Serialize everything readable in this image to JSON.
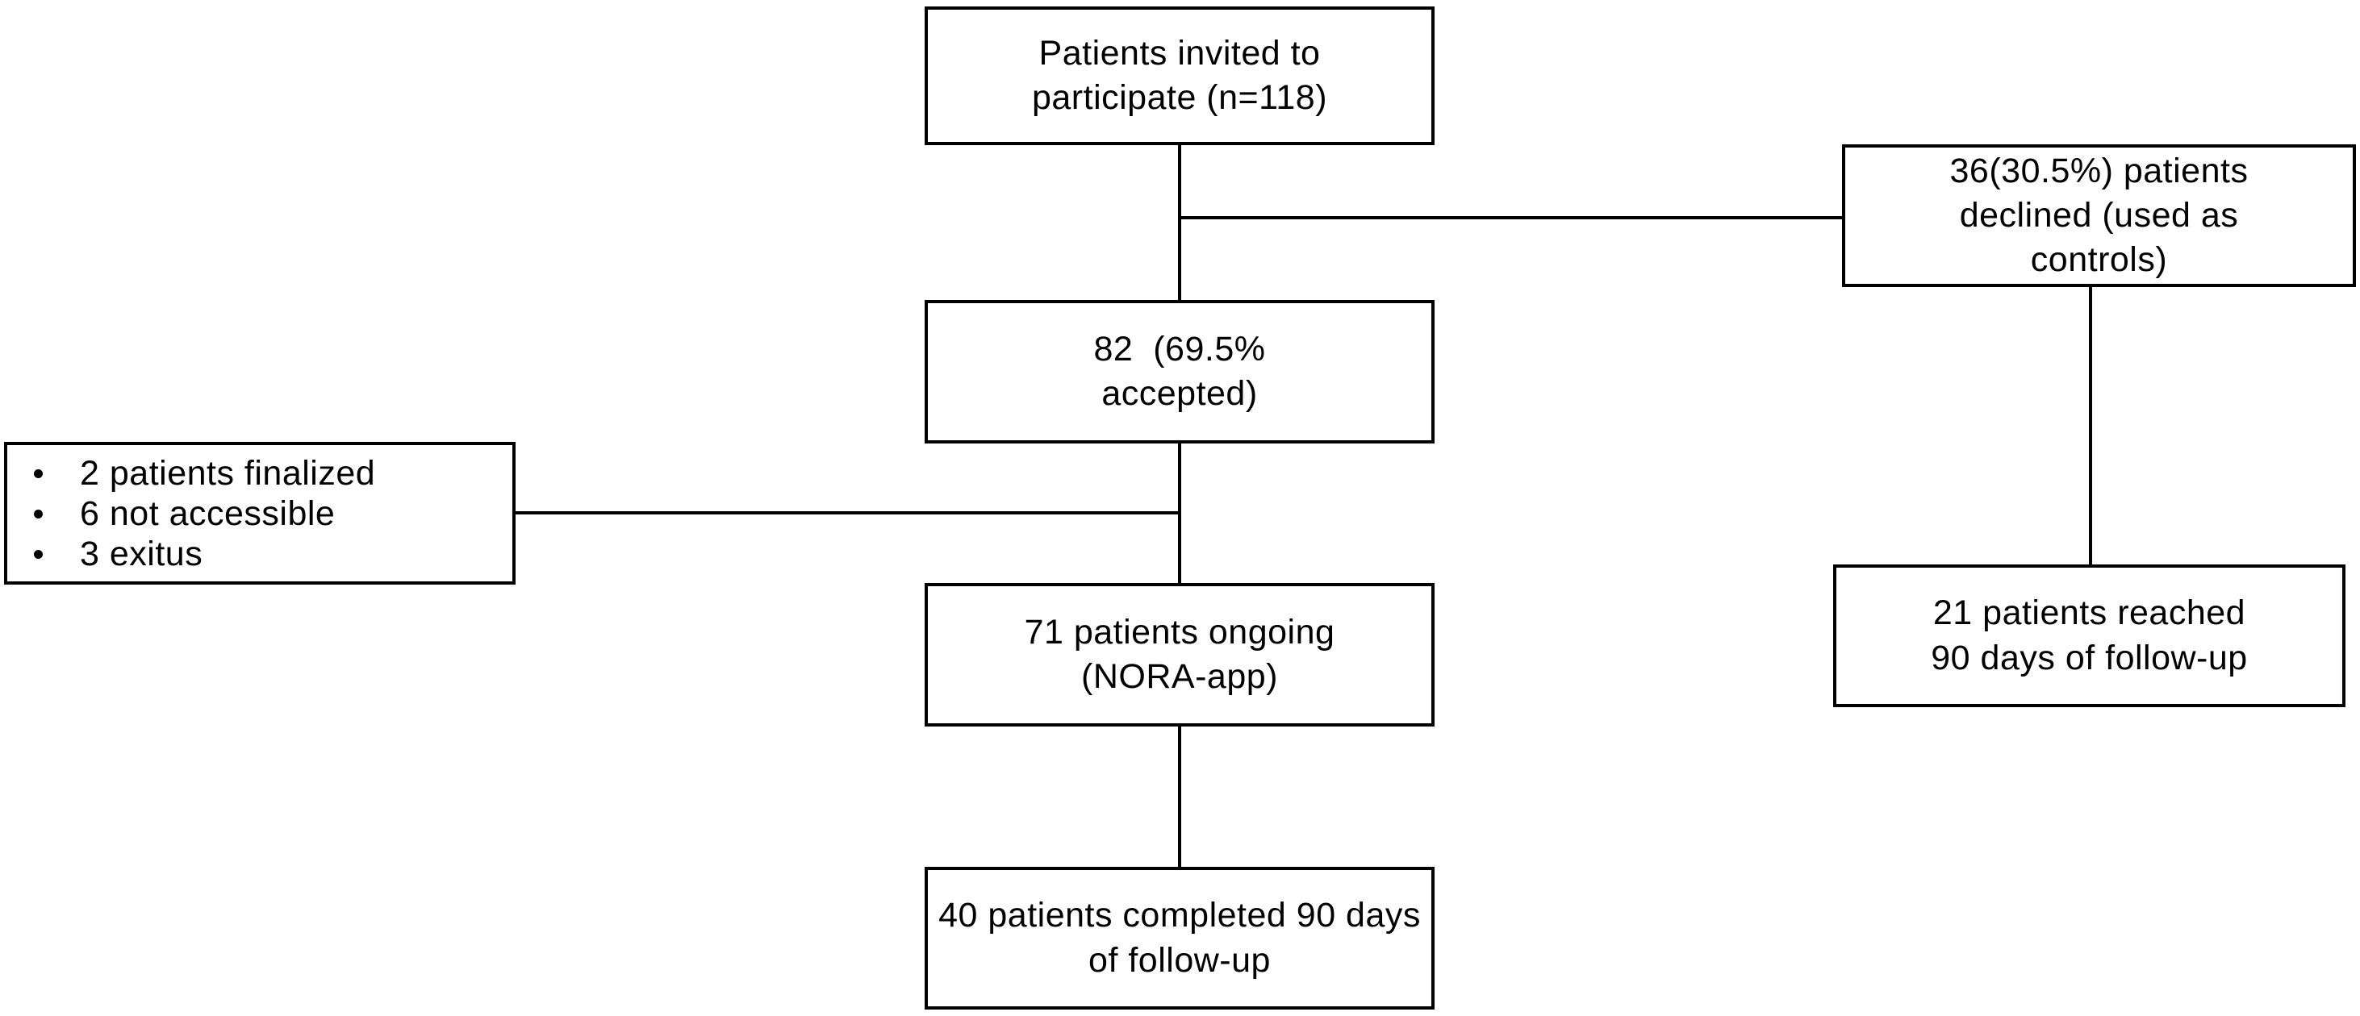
{
  "figure": {
    "type": "patient-flow-diagram",
    "background_color": "#ffffff",
    "line_color": "#000000",
    "text_color": "#000000",
    "boxes": {
      "invited": {
        "text": "Patients invited to\nparticipate (n=118)"
      },
      "declined": {
        "text": "36(30.5%) patients\ndeclined (used as\ncontrols)"
      },
      "accepted": {
        "text": "82  (69.5%\naccepted)"
      },
      "excluded": {
        "items": [
          "2 patients finalized",
          "6 not accessible",
          "3 exitus"
        ]
      },
      "ongoing": {
        "text": "71 patients ongoing\n(NORA-app)"
      },
      "reached": {
        "text": "21 patients reached\n90 days of follow-up"
      },
      "completed": {
        "text": "40 patients completed 90 days\nof follow-up"
      }
    }
  }
}
